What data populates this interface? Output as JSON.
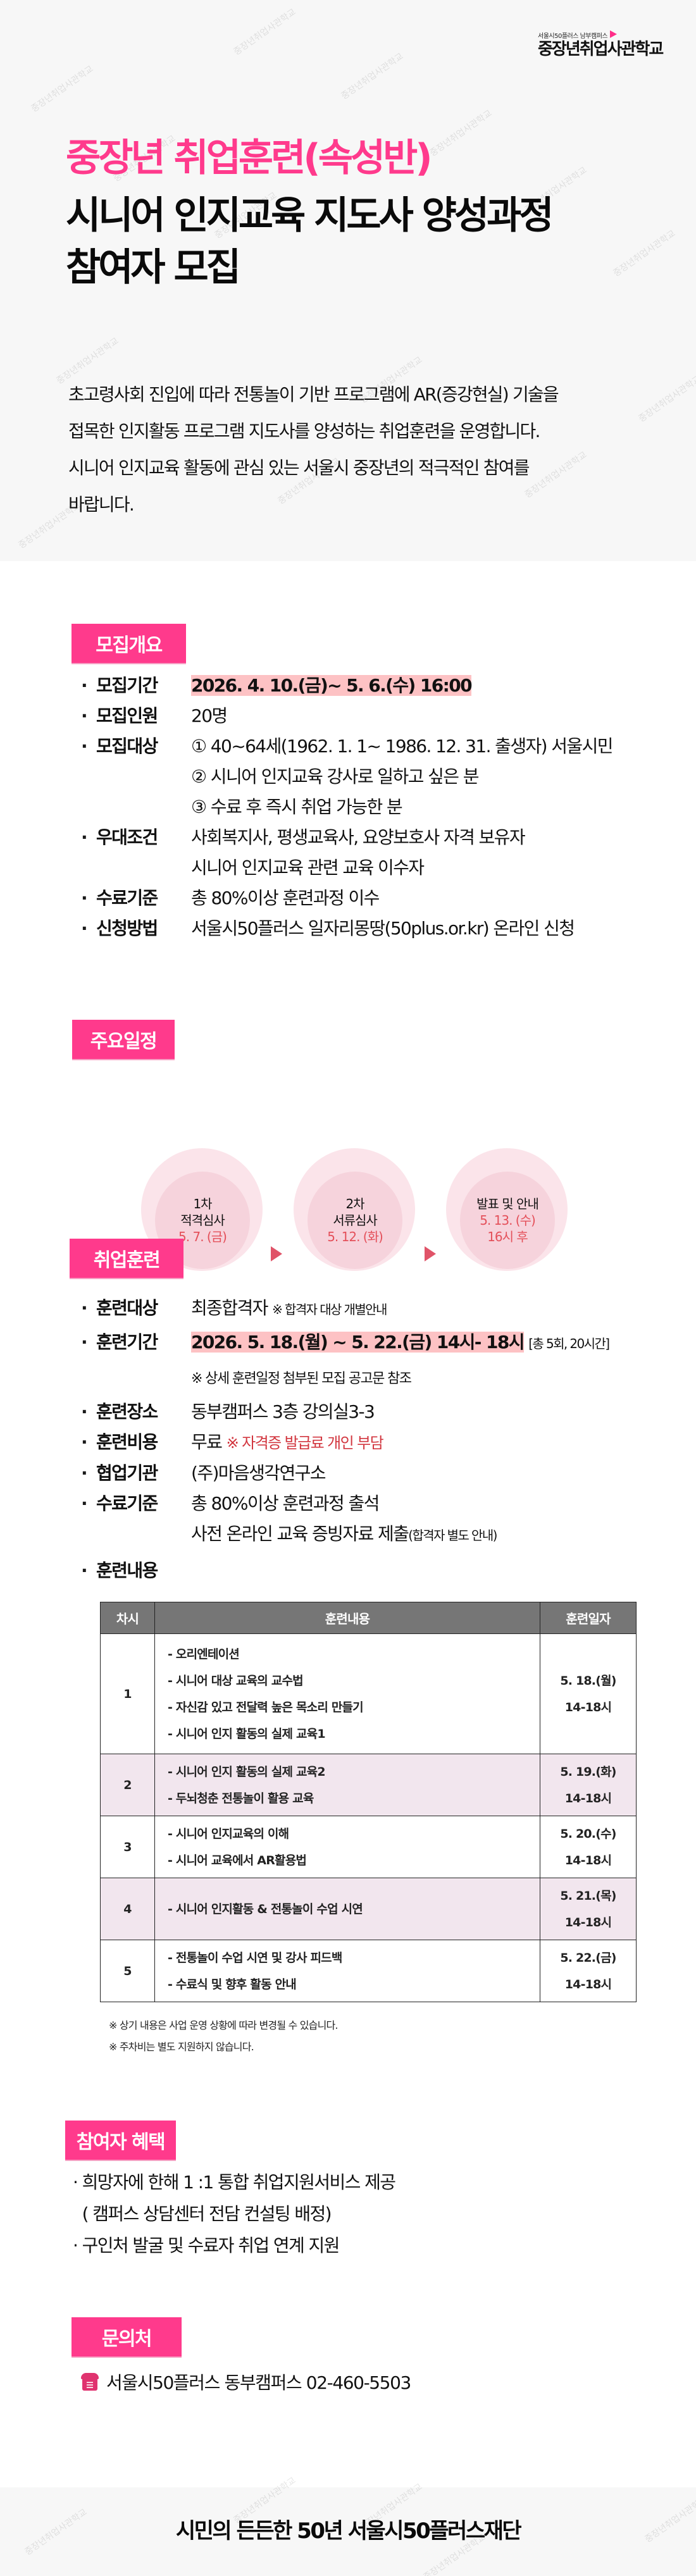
{
  "logo": {
    "sub": "서울시50플러스 남부캠퍼스",
    "main": "중장년취업사관학교"
  },
  "title": {
    "line1": "중장년 취업훈련(속성반)",
    "line2": "시니어 인지교육 지도사 양성과정",
    "line3": "참여자 모집"
  },
  "intro": {
    "lines": [
      "초고령사회 진입에 따라 전통놀이 기반 프로그램에 AR(증강현실) 기술을",
      "접목한 인지활동 프로그램 지도사를 양성하는 취업훈련을 운영합니다.",
      "시니어 인지교육 활동에 관심 있는 서울시 중장년의 적극적인 참여를",
      "바랍니다."
    ]
  },
  "watermark": "중장년취업사관학교",
  "overview": {
    "badge": "모집개요",
    "rows": [
      {
        "label": "모집기간",
        "value": "2026. 4. 10.(금)~ 5. 6.(수) 16:00"
      },
      {
        "label": "모집인원",
        "value": "20명"
      },
      {
        "label": "모집대상",
        "value": "① 40~64세(1962. 1. 1~ 1986. 12. 31. 출생자) 서울시민"
      },
      {
        "label": "",
        "value": "② 시니어 인지교육 강사로 일하고 싶은 분"
      },
      {
        "label": "",
        "value": "③ 수료 후 즉시 취업 가능한 분"
      },
      {
        "label": "우대조건",
        "value": "사회복지사, 평생교육사, 요양보호사 자격 보유자"
      },
      {
        "label": "",
        "value": "시니어 인지교육 관련 교육 이수자"
      },
      {
        "label": "수료기준",
        "value": "총 80%이상 훈련과정 이수"
      },
      {
        "label": "신청방법",
        "value": "서울시50플러스 일자리몽땅(50plus.or.kr) 온라인 신청"
      }
    ]
  },
  "schedule": {
    "badge": "주요일정",
    "steps": [
      {
        "title1": "1차",
        "title2": "적격심사",
        "date1": "5. 7. (금)",
        "date2": ""
      },
      {
        "title1": "2차",
        "title2": "서류심사",
        "date1": "5. 12. (화)",
        "date2": ""
      },
      {
        "title1": "발표 및 안내",
        "title2": "",
        "date1": "5. 13. (수)",
        "date2": "16시 후"
      }
    ]
  },
  "training": {
    "badge": "취업훈련",
    "rows": [
      {
        "label": "훈련대상",
        "value": "최종합격자",
        "note": "※ 합격자 대상 개별안내"
      },
      {
        "label": "훈련기간",
        "value": "2026. 5. 18.(월) ~ 5. 22.(금) 14시- 18시",
        "note": "[총 5회, 20시간]"
      },
      {
        "label": "",
        "value": "※ 상세 훈련일정 첨부된 모집 공고문 참조"
      },
      {
        "label": "훈련장소",
        "value": "동부캠퍼스 3층 강의실3-3"
      },
      {
        "label": "훈련비용",
        "value": "무료",
        "note": "※ 자격증 발급료 개인 부담"
      },
      {
        "label": "협업기관",
        "value": "(주)마음생각연구소"
      },
      {
        "label": "수료기준",
        "value": "총 80%이상 훈련과정 출석"
      },
      {
        "label": "",
        "value": "사전 온라인 교육 증빙자료 제출",
        "note": "(합격자 별도 안내)"
      },
      {
        "label": "훈련내용",
        "value": ""
      }
    ],
    "table": {
      "headers": [
        "차시",
        "훈련내용",
        "훈련일자"
      ],
      "rows": [
        {
          "num": "1",
          "items": [
            "- 오리엔테이션",
            "- 시니어 대상 교육의 교수법",
            "- 자신감 있고 전달력 높은 목소리 만들기",
            "- 시니어 인지 활동의 실제 교육1"
          ],
          "date": "5. 18.(월)",
          "time": "14-18시"
        },
        {
          "num": "2",
          "items": [
            "- 시니어 인지 활동의 실제 교육2",
            "- 두뇌청춘 전통놀이 활용 교육"
          ],
          "date": "5. 19.(화)",
          "time": "14-18시"
        },
        {
          "num": "3",
          "items": [
            "- 시니어 인지교육의 이해",
            "- 시니어 교육에서 AR활용법"
          ],
          "date": "5. 20.(수)",
          "time": "14-18시"
        },
        {
          "num": "4",
          "items": [
            "- 시니어 인지활동 & 전통놀이 수업 시연"
          ],
          "date": "5. 21.(목)",
          "time": "14-18시"
        },
        {
          "num": "5",
          "items": [
            "- 전통놀이 수업 시연 및 강사 피드백",
            "- 수료식 및 향후 활동 안내"
          ],
          "date": "5. 22.(금)",
          "time": "14-18시"
        }
      ]
    },
    "notes": [
      "※ 상기 내용은 사업 운영 상황에 따라 변경될 수 있습니다.",
      "※ 주차비는 별도 지원하지 않습니다."
    ]
  },
  "benefits": {
    "badge": "참여자 혜택",
    "lines": [
      "· 희망자에 한해 1 :1 통합 취업지원서비스 제공",
      "  ( 캠퍼스 상담센터 전담 컨설팅 배정)",
      "· 구인처 발굴 및 수료자 취업 연계 지원"
    ]
  },
  "contact": {
    "badge": "문의처",
    "icon": "phone-icon",
    "text": "서울시50플러스 동부캠퍼스 02-460-5503"
  },
  "footer": {
    "slogan": "시민의 든든한 50년 서울시50플러스재단"
  },
  "colors": {
    "accent": "#ff3a8c",
    "highlight": "#fdc2c4",
    "date_red": "#e4505a",
    "note_red": "#d2363f",
    "table_header": "#767676",
    "table_alt_row": "#f2e6ee",
    "bg_gray": "#f7f7f7"
  }
}
